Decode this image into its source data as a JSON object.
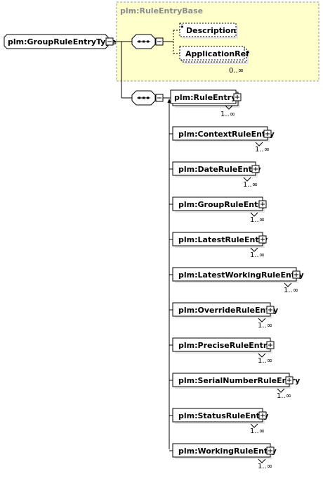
{
  "diagram": {
    "root": {
      "label": "plm:GroupRuleEntryType"
    },
    "base_group": {
      "label": "plm:RuleEntryBase",
      "children": [
        {
          "label": "Description",
          "cardinality": ""
        },
        {
          "label": "ApplicationRef",
          "cardinality": "0..∞"
        }
      ]
    },
    "head_element": {
      "label": "plm:RuleEntry",
      "cardinality": "1..∞"
    },
    "substitutions": [
      {
        "label": "plm:ContextRuleEntry",
        "cardinality": "1..∞"
      },
      {
        "label": "plm:DateRuleEntry",
        "cardinality": "1..∞"
      },
      {
        "label": "plm:GroupRuleEntry",
        "cardinality": "1..∞"
      },
      {
        "label": "plm:LatestRuleEntry",
        "cardinality": "1..∞"
      },
      {
        "label": "plm:LatestWorkingRuleEntry",
        "cardinality": "1..∞"
      },
      {
        "label": "plm:OverrideRuleEntry",
        "cardinality": "1..∞"
      },
      {
        "label": "plm:PreciseRuleEntry",
        "cardinality": "1..∞"
      },
      {
        "label": "plm:SerialNumberRuleEntry",
        "cardinality": "1..∞"
      },
      {
        "label": "plm:StatusRuleEntry",
        "cardinality": "1..∞"
      },
      {
        "label": "plm:WorkingRuleEntry",
        "cardinality": "1..∞"
      }
    ],
    "colors": {
      "base_fill": "#ffffcc",
      "base_border": "#999999",
      "line": "#000000"
    }
  }
}
